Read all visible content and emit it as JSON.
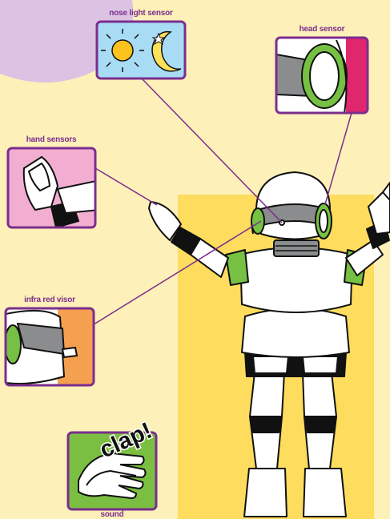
{
  "labels": {
    "nose_light_sensor": "nose light sensor",
    "head_sensor": "head sensor",
    "hand_sensors": "hand sensors",
    "infra_red_visor": "infra red visor",
    "sound": "sound",
    "clap": "clap!"
  },
  "colors": {
    "background": "#fdf0b8",
    "label_text": "#7b2e8e",
    "frame_border": "#7b2e8e",
    "connector_line": "#7b2e8e",
    "robot_backdrop": "#fddc5e",
    "corner_blob": "#dcc3e3",
    "sky_panel": "#a8dcf4",
    "head_panel": "#e0266e",
    "hand_panel": "#f2aed0",
    "visor_panel": "#f5a050",
    "sound_panel": "#7bbf42",
    "robot_green": "#76c043",
    "robot_grey": "#8a8c8e"
  },
  "icons": [
    "sun-icon",
    "moon-icon",
    "star-icon",
    "clapping-hands-icon"
  ]
}
